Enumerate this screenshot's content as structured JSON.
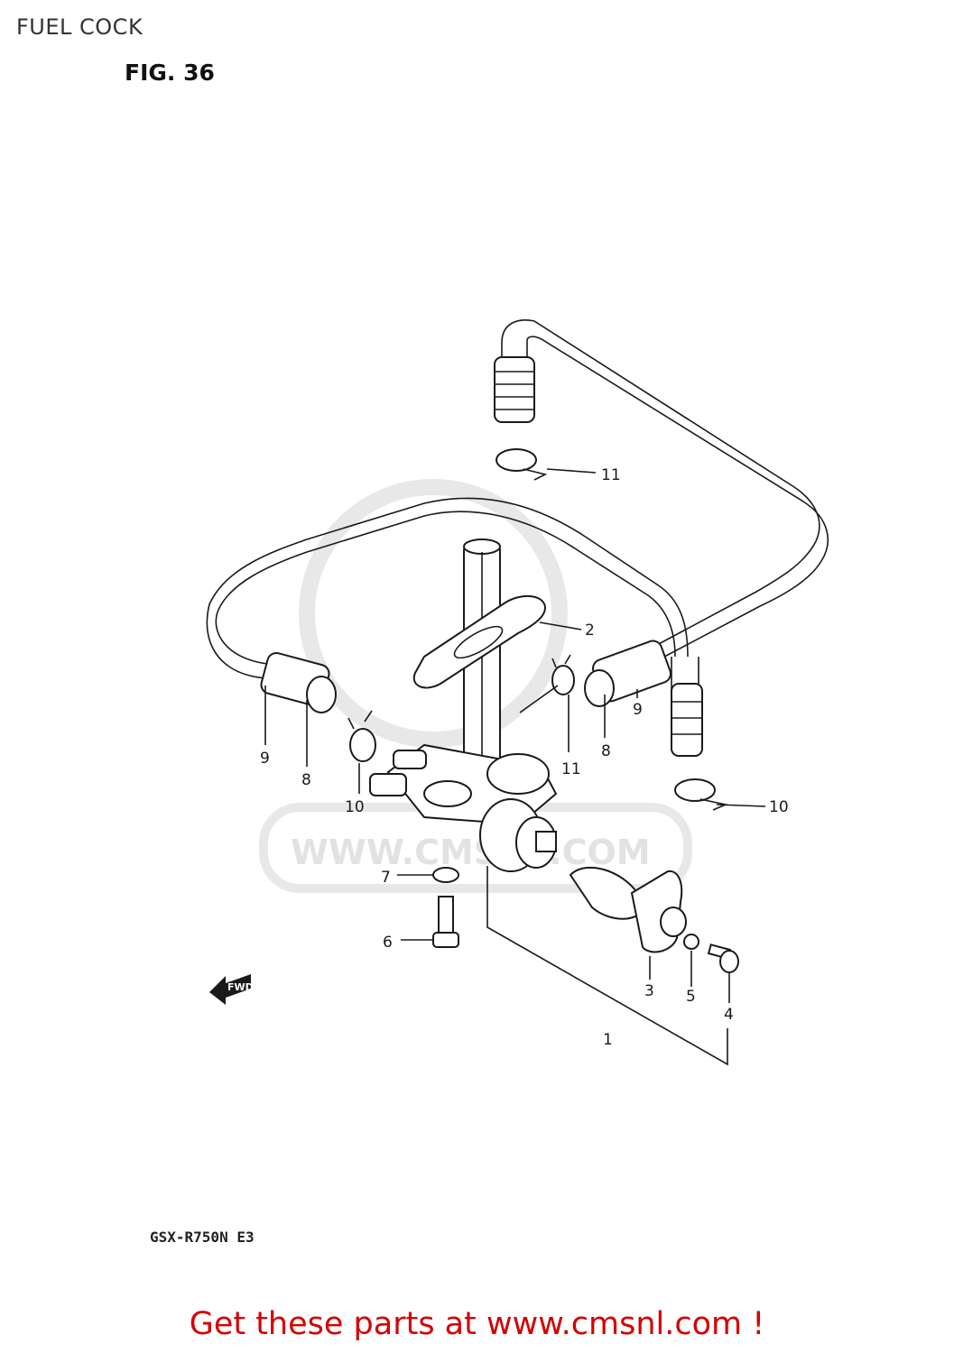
{
  "header": {
    "title": "FUEL COCK",
    "figure": "FIG. 36"
  },
  "footer": {
    "model": "GSX-R750N E3",
    "cta": "Get these parts at www.cmsnl.com !"
  },
  "watermark": {
    "text": "WWW.CMSNL.COM",
    "color": "#e2e2e2"
  },
  "direction_label": "FWD",
  "callouts": {
    "c1": "1",
    "c2": "2",
    "c3": "3",
    "c4": "4",
    "c5": "5",
    "c6": "6",
    "c7": "7",
    "c8_left": "8",
    "c8_right": "8",
    "c9_left": "9",
    "c9_right": "9",
    "c10_left": "10",
    "c10_right": "10",
    "c11_top": "11",
    "c11_mid": "11"
  },
  "colors": {
    "cta": "#d40000",
    "line": "#1a1a1a"
  }
}
